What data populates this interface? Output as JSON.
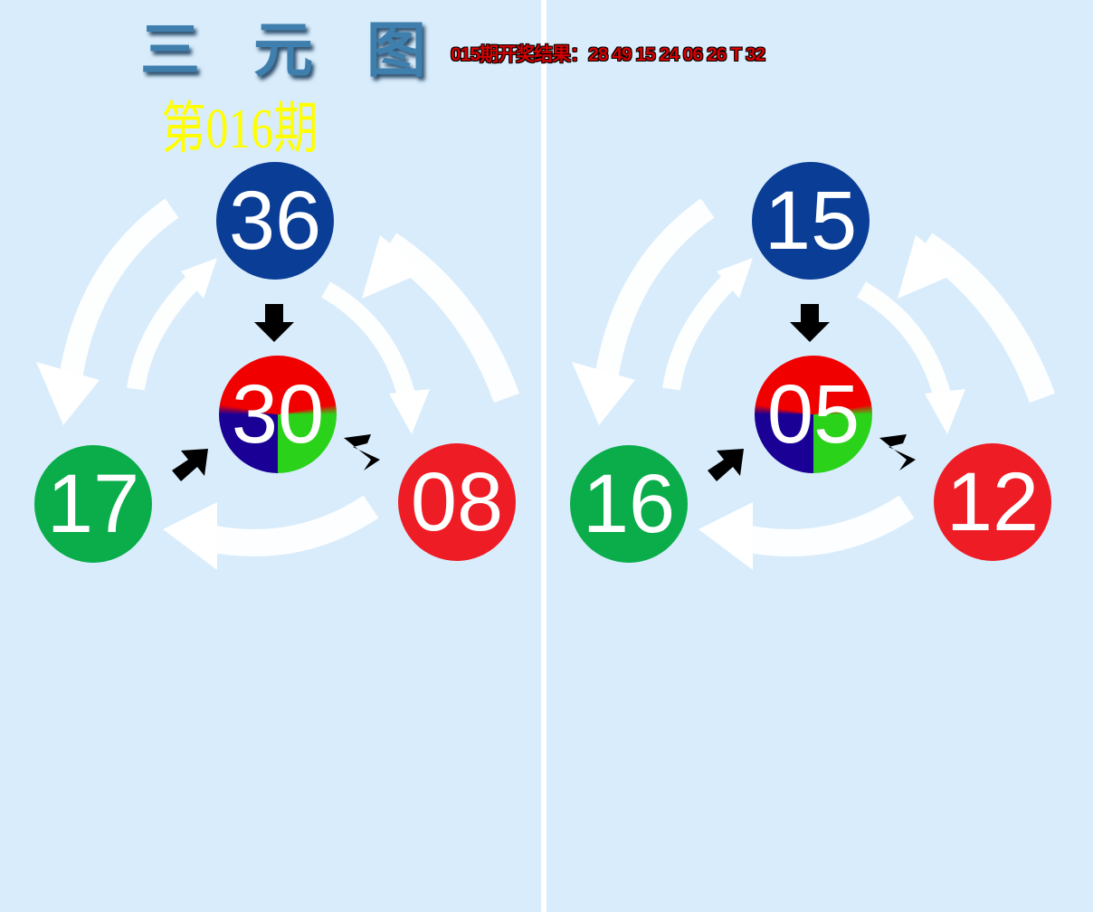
{
  "header": {
    "title": "三 元 图",
    "result": "015期开奖结果：28 49 15 24 06 26 T 32",
    "issue": "第016期"
  },
  "colors": {
    "blue": "#0a3d96",
    "green": "#0aad4a",
    "red": "#ee1c25",
    "background": "#d8ecfb"
  },
  "panels": [
    {
      "top": "36",
      "center": "30",
      "left": "17",
      "right": "08"
    },
    {
      "top": "15",
      "center": "05",
      "left": "16",
      "right": "12"
    }
  ]
}
